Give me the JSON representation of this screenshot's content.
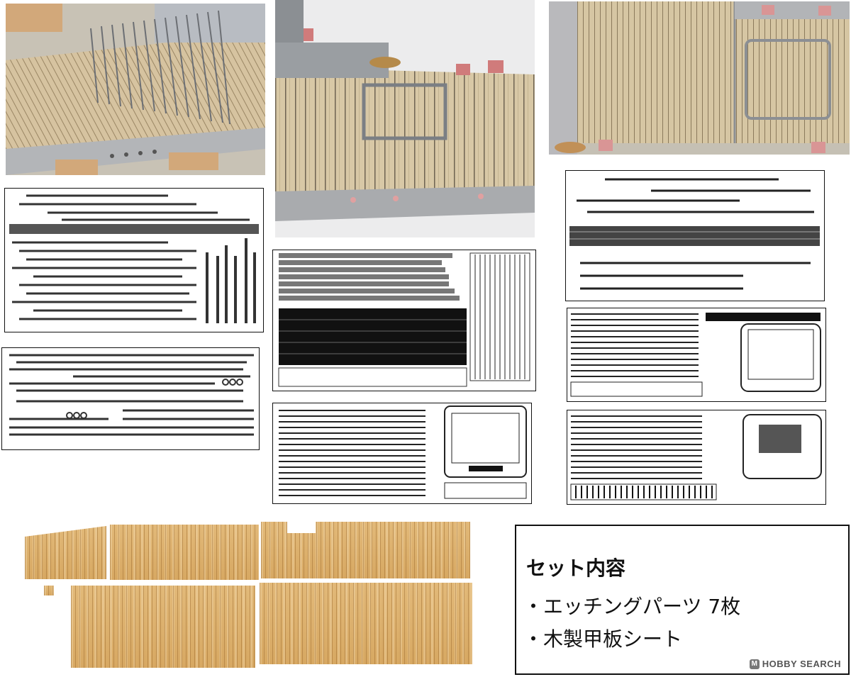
{
  "info": {
    "title": "セット内容",
    "items": [
      "・エッチングパーツ 7枚",
      "・木製甲板シート"
    ]
  },
  "watermark": "HOBBY SEARCH",
  "colors": {
    "deck_wood": "#d2bb91",
    "deck_grey": "#a7a9ad",
    "wood_sheet": "#dcae6a",
    "etch_ink": "#111111"
  }
}
